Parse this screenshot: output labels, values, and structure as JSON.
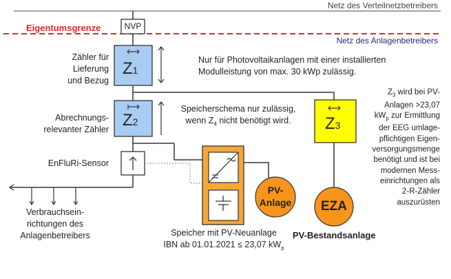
{
  "nvp_label": "NVP",
  "grid_operator_net": "Netz des Verteilnetzbetreibers",
  "ownership_boundary": "Eigentumsgrenze",
  "plant_operator_net": "Netz des Anlagenbetreibers",
  "meter1": {
    "symbol": "Z",
    "index": "1",
    "label_lines": [
      "Zähler für",
      "Lieferung",
      "und Bezug"
    ]
  },
  "meter2": {
    "symbol": "Z",
    "index": "2",
    "label_lines": [
      "Abrechnungs-",
      "relevanter Zähler"
    ]
  },
  "meter3": {
    "symbol": "Z",
    "index": "3"
  },
  "sensor_label": "EnFluRi-Sensor",
  "note_pv_lines": [
    "Nur für Photovoltaikanlagen mit einer installierten",
    "Modulleistung von max. 30 kWp zulässig."
  ],
  "note_storage_lines": [
    "Speicherschema nur zulässig,",
    "wenn Z",
    "4",
    " nicht benötigt wird."
  ],
  "note_z3": {
    "line1_a": "Z",
    "line1_sub": "3",
    "line1_b": " wird bei PV-",
    "line2": "Anlagen >23,07",
    "line3_a": "kW",
    "line3_sub": "p",
    "line3_b": " zur Ermittlung",
    "lines_rest": [
      "der EEG umlage-",
      "pflichtigen Eigen-",
      "versorgungsmenge",
      "benötigt und ist bei",
      "modernen Mess-",
      "einrichtungen als",
      "2-R-Zähler",
      "auszurüsten"
    ]
  },
  "consumers_lines": [
    "Verbrauchsein-",
    "richtungen des",
    "Anlagenbetreibers"
  ],
  "storage_caption_line1": "Speicher mit PV-Neuanlage",
  "storage_caption_line2_a": "IBN ab 01.01.2021 ≤ 23,07 kW",
  "storage_caption_line2_sub": "p",
  "pv_new_lines": [
    "PV-",
    "Anlage"
  ],
  "eza_label": "EZA",
  "existing_plant_label": "PV-Bestandsanlage",
  "colors": {
    "meter_blue": "#a9cdf2",
    "meter3_yellow": "#ffff00",
    "storage_orange": "#f7a63a",
    "circle_orange": "#f7941d",
    "boundary_red": "#e0262d",
    "plant_net_blue": "#1f2a78",
    "line_dark": "#333333"
  }
}
